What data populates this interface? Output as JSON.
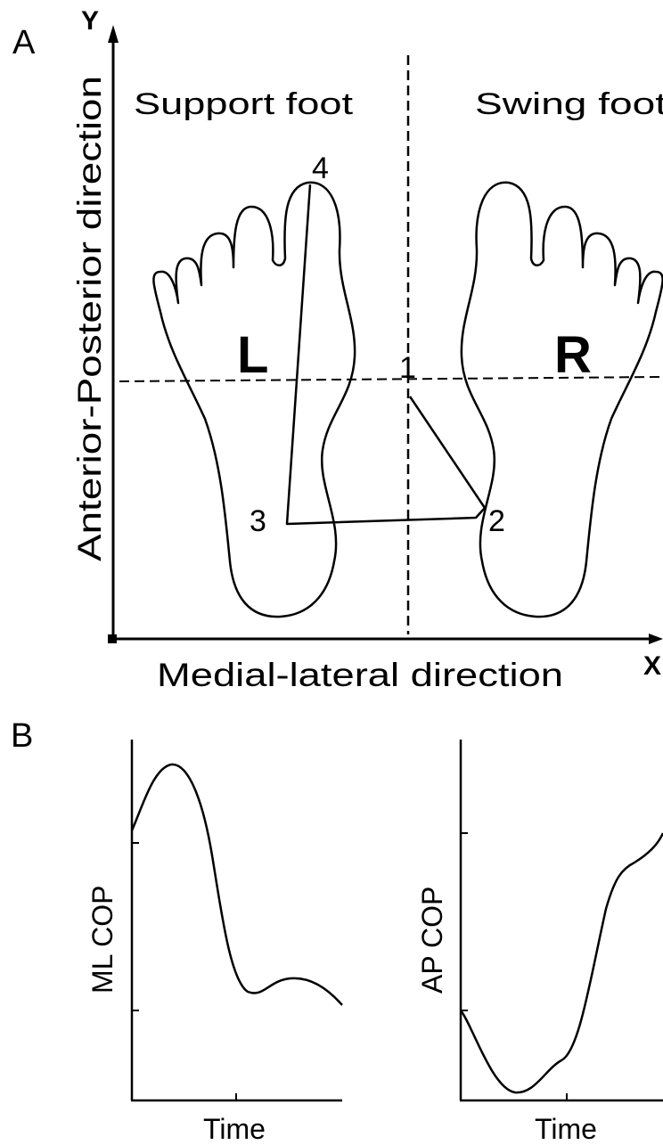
{
  "panel_a": {
    "panel_label": "A",
    "y_axis_letter": "Y",
    "x_axis_letter": "X",
    "y_axis_title": "Anterior-Posterior direction",
    "x_axis_title": "Medial-lateral direction",
    "left_foot_caption": "Support foot",
    "right_foot_caption": "Swing foot",
    "left_foot_letter": "L",
    "right_foot_letter": "R",
    "cop_points": [
      {
        "label": "1"
      },
      {
        "label": "2"
      },
      {
        "label": "3"
      },
      {
        "label": "4"
      }
    ],
    "colors": {
      "ink": "#000000",
      "background": "#ffffff"
    }
  },
  "panel_b": {
    "panel_label": "B",
    "plots": [
      {
        "ylabel": "ML COP",
        "xlabel": "Time"
      },
      {
        "ylabel": "AP COP",
        "xlabel": "Time"
      }
    ]
  }
}
